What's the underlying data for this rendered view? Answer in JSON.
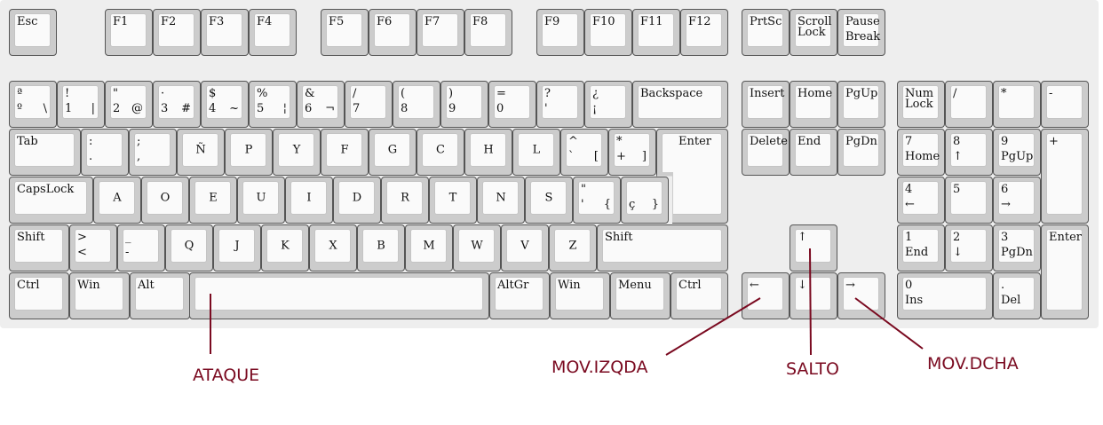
{
  "keys": {
    "esc": {
      "tl": "Esc"
    },
    "f1": {
      "tl": "F1"
    },
    "f2": {
      "tl": "F2"
    },
    "f3": {
      "tl": "F3"
    },
    "f4": {
      "tl": "F4"
    },
    "f5": {
      "tl": "F5"
    },
    "f6": {
      "tl": "F6"
    },
    "f7": {
      "tl": "F7"
    },
    "f8": {
      "tl": "F8"
    },
    "f9": {
      "tl": "F9"
    },
    "f10": {
      "tl": "F10"
    },
    "f11": {
      "tl": "F11"
    },
    "f12": {
      "tl": "F12"
    },
    "prtsc": {
      "tl": "PrtSc"
    },
    "scrolllock": {
      "tl": "Scroll\nLock"
    },
    "pause": {
      "tl": "Pause",
      "bl": "Break"
    },
    "ord": {
      "tl": "ª",
      "bl": "º",
      "br": "\\"
    },
    "n1": {
      "tl": "!",
      "bl": "1",
      "br": "|"
    },
    "n2": {
      "tl": "\"",
      "bl": "2",
      "br": "@"
    },
    "n3": {
      "tl": "·",
      "bl": "3",
      "br": "#"
    },
    "n4": {
      "tl": "$",
      "bl": "4",
      "br": "~"
    },
    "n5": {
      "tl": "%",
      "bl": "5",
      "br": "¦"
    },
    "n6": {
      "tl": "&",
      "bl": "6",
      "br": "¬"
    },
    "n7": {
      "tl": "/",
      "bl": "7"
    },
    "n8": {
      "tl": "(",
      "bl": "8"
    },
    "n9": {
      "tl": ")",
      "bl": "9"
    },
    "n0": {
      "tl": "=",
      "bl": "0"
    },
    "apos": {
      "tl": "?",
      "bl": "'"
    },
    "iexcl": {
      "tl": "¿",
      "bl": "¡"
    },
    "backspace": {
      "tl": "Backspace"
    },
    "insert": {
      "tl": "Insert"
    },
    "home": {
      "tl": "Home"
    },
    "pgup": {
      "tl": "PgUp"
    },
    "numlock": {
      "tl": "Num\nLock"
    },
    "kpdiv": {
      "tl": "/"
    },
    "kpmul": {
      "tl": "*"
    },
    "kpminus": {
      "tl": "-"
    },
    "tab": {
      "tl": "Tab"
    },
    "colon": {
      "tl": ":",
      "bl": "."
    },
    "semicolon": {
      "tl": ";",
      "bl": ","
    },
    "ntilde": {
      "cc": "Ñ"
    },
    "p": {
      "cc": "P"
    },
    "y": {
      "cc": "Y"
    },
    "f": {
      "cc": "F"
    },
    "g": {
      "cc": "G"
    },
    "c": {
      "cc": "C"
    },
    "h": {
      "cc": "H"
    },
    "l": {
      "cc": "L"
    },
    "circ": {
      "tl": "^",
      "bl": "`",
      "br": "["
    },
    "plus": {
      "tl": "*",
      "bl": "+",
      "br": "]"
    },
    "enter": {
      "tl": "Enter"
    },
    "delete": {
      "tl": "Delete"
    },
    "end": {
      "tl": "End"
    },
    "pgdn": {
      "tl": "PgDn"
    },
    "kp7": {
      "tl": "7",
      "bl": "Home"
    },
    "kp8": {
      "tl": "8",
      "bl": "↑"
    },
    "kp9": {
      "tl": "9",
      "bl": "PgUp"
    },
    "kpplus": {
      "tl": "+"
    },
    "capslock": {
      "tl": "CapsLock"
    },
    "a": {
      "cc": "A"
    },
    "o": {
      "cc": "O"
    },
    "e": {
      "cc": "E"
    },
    "u": {
      "cc": "U"
    },
    "i": {
      "cc": "I"
    },
    "d": {
      "cc": "D"
    },
    "r": {
      "cc": "R"
    },
    "t": {
      "cc": "T"
    },
    "n": {
      "cc": "N"
    },
    "s": {
      "cc": "S"
    },
    "quote": {
      "tl": "\"",
      "bl": "'",
      "br": "{"
    },
    "ccedil": {
      "bl": "ç",
      "br": "}"
    },
    "kp4": {
      "tl": "4",
      "bl": "←"
    },
    "kp5": {
      "tl": "5"
    },
    "kp6": {
      "tl": "6",
      "bl": "→"
    },
    "lshift": {
      "tl": "Shift"
    },
    "lt": {
      "tl": ">",
      "bl": "<"
    },
    "minus": {
      "tl": "_",
      "bl": "-"
    },
    "q": {
      "cc": "Q"
    },
    "j": {
      "cc": "J"
    },
    "k": {
      "cc": "K"
    },
    "x": {
      "cc": "X"
    },
    "b": {
      "cc": "B"
    },
    "m": {
      "cc": "M"
    },
    "w": {
      "cc": "W"
    },
    "v": {
      "cc": "V"
    },
    "z": {
      "cc": "Z"
    },
    "rshift": {
      "tl": "Shift"
    },
    "up": {
      "tl": "↑"
    },
    "kp1": {
      "tl": "1",
      "bl": "End"
    },
    "kp2": {
      "tl": "2",
      "bl": "↓"
    },
    "kp3": {
      "tl": "3",
      "bl": "PgDn"
    },
    "kpenter": {
      "tl": "Enter"
    },
    "lctrl": {
      "tl": "Ctrl"
    },
    "lwin": {
      "tl": "Win"
    },
    "lalt": {
      "tl": "Alt"
    },
    "space": {},
    "altgr": {
      "tl": "AltGr"
    },
    "rwin": {
      "tl": "Win"
    },
    "menu": {
      "tl": "Menu"
    },
    "rctrl": {
      "tl": "Ctrl"
    },
    "left": {
      "tl": "←"
    },
    "down": {
      "tl": "↓"
    },
    "right": {
      "tl": "→"
    },
    "kp0": {
      "tl": "0",
      "bl": "Ins"
    },
    "kpdot": {
      "tl": ".",
      "bl": "Del"
    }
  },
  "annotations": {
    "attack": "ATAQUE",
    "move_left": "MOV.IZQDA",
    "jump": "SALTO",
    "move_right": "MOV.DCHA"
  },
  "colors": {
    "annotation": "#7a0a20",
    "keyboard_panel": "#eeeeee",
    "key_border": "#555555",
    "key_cap": "#fafafa"
  }
}
